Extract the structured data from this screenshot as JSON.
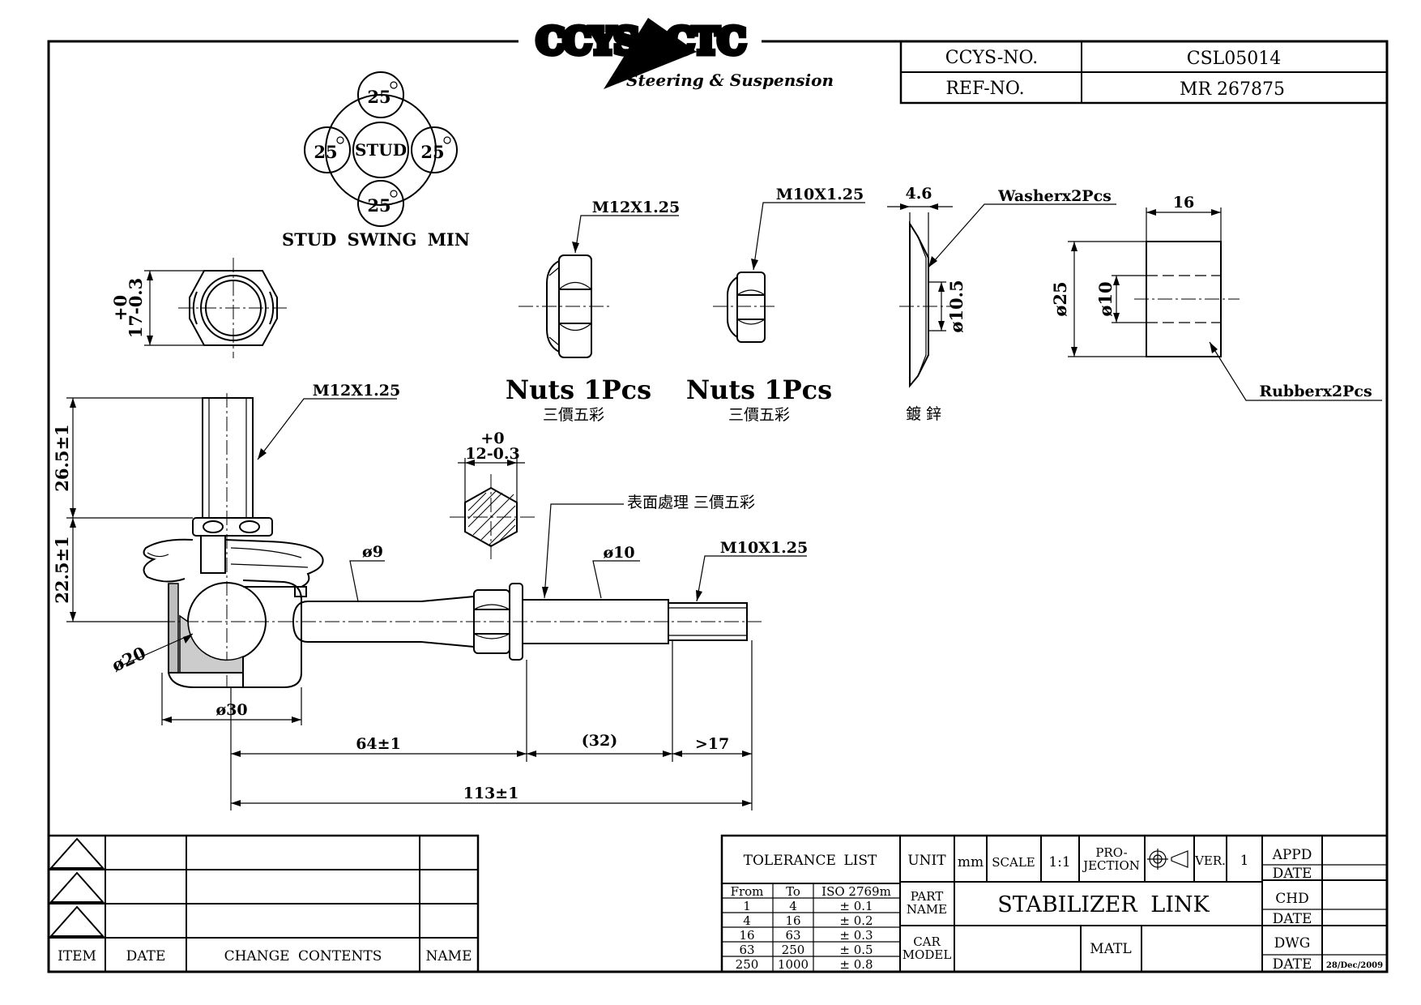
{
  "header": {
    "brand_left": "CCYS",
    "brand_right": "CTC",
    "tagline": "Steering & Suspension",
    "ccys_no_label": "CCYS-NO.",
    "ccys_no_value": "CSL05014",
    "ref_no_label": "REF-NO.",
    "ref_no_value": "MR 267875"
  },
  "swing": {
    "center_label": "STUD",
    "angles": [
      "25",
      "25",
      "25",
      "25"
    ],
    "caption": "STUD SWING MIN"
  },
  "hex_view": {
    "across_flats": "17-0.3",
    "tolerance": "+0"
  },
  "nut1": {
    "thread": "M12X1.25",
    "label": "Nuts 1Pcs",
    "finish": "三價五彩"
  },
  "nut2": {
    "thread": "M10X1.25",
    "label": "Nuts 1Pcs",
    "finish": "三價五彩"
  },
  "washer": {
    "thickness": "4.6",
    "callout": "Washerx2Pcs",
    "bore": "ø10.5",
    "finish": "鍍 鋅"
  },
  "rubber": {
    "width": "16",
    "outer": "ø25",
    "inner": "ø10",
    "callout": "Rubberx2Pcs"
  },
  "link": {
    "stud_thread": "M12X1.25",
    "stud_length": "26.5±1",
    "boot_height": "22.5±1",
    "ball_dia": "ø20",
    "housing_dia": "ø30",
    "shaft_dia": "ø9",
    "hex_size": "12-0.3",
    "hex_tolerance": "+0",
    "surface_note": "表面處理  三價五彩",
    "rod_dia": "ø10",
    "end_thread": "M10X1.25",
    "dim_64": "64±1",
    "dim_32": "(32)",
    "dim_17": ">17",
    "dim_113": "113±1"
  },
  "revision_block": {
    "headers": [
      "ITEM",
      "DATE",
      "CHANGE CONTENTS",
      "NAME"
    ]
  },
  "title_block": {
    "tolerance_title": "TOLERANCE LIST",
    "tol_headers": [
      "From",
      "To",
      "ISO 2769m"
    ],
    "tol_rows": [
      [
        "1",
        "4",
        "± 0.1"
      ],
      [
        "4",
        "16",
        "± 0.2"
      ],
      [
        "16",
        "63",
        "± 0.3"
      ],
      [
        "63",
        "250",
        "± 0.5"
      ],
      [
        "250",
        "1000",
        "± 0.8"
      ]
    ],
    "unit_label": "UNIT",
    "unit_value": "mm",
    "scale_label": "SCALE",
    "scale_value": "1:1",
    "projection_label_1": "PRO-",
    "projection_label_2": "JECTION",
    "ver_label": "VER.",
    "ver_value": "1",
    "part_name_label_1": "PART",
    "part_name_label_2": "NAME",
    "part_name": "STABILIZER LINK",
    "car_model_label_1": "CAR",
    "car_model_label_2": "MODEL",
    "matl_label": "MATL",
    "appd": "APPD",
    "chd": "CHD",
    "dwg": "DWG",
    "date_label": "DATE",
    "dwg_date": "28/Dec/2009"
  }
}
